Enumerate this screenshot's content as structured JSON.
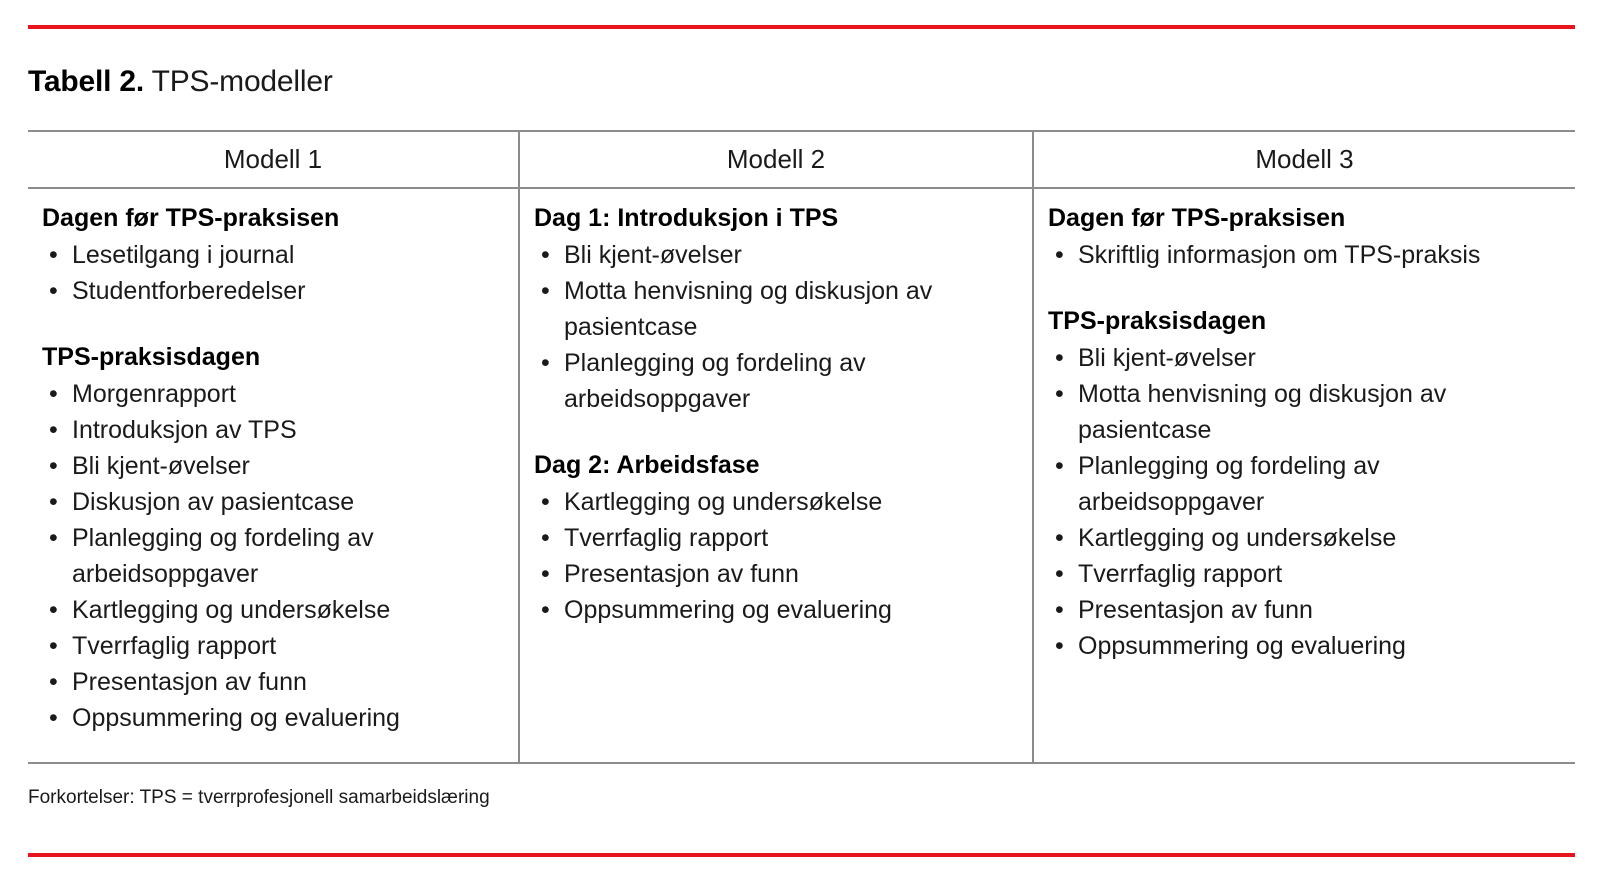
{
  "caption": {
    "label": "Tabell 2.",
    "text": "TPS-modeller"
  },
  "colors": {
    "rule_red": "#e8151f",
    "border_gray": "#8c8c8c",
    "text": "#1a1a1a"
  },
  "table": {
    "headers": [
      "Modell 1",
      "Modell 2",
      "Modell 3"
    ],
    "columns": [
      {
        "name": "Modell 1",
        "blocks": [
          {
            "heading": "Dagen før TPS-praksisen",
            "items": [
              "Lesetilgang i journal",
              "Studentforberedelser"
            ]
          },
          {
            "heading": "TPS-praksisdagen",
            "items": [
              "Morgenrapport",
              "Introduksjon av TPS",
              "Bli kjent-øvelser",
              "Diskusjon av pasientcase",
              "Planlegging og fordeling av arbeidsoppgaver",
              "Kartlegging og undersøkelse",
              "Tverrfaglig rapport",
              "Presentasjon av funn",
              "Oppsummering og evaluering"
            ]
          }
        ]
      },
      {
        "name": "Modell 2",
        "blocks": [
          {
            "heading": "Dag 1: Introduksjon i TPS",
            "items": [
              "Bli kjent-øvelser",
              "Motta henvisning og diskusjon av pasientcase",
              "Planlegging og fordeling av arbeidsoppgaver"
            ]
          },
          {
            "heading": "Dag 2: Arbeidsfase",
            "items": [
              "Kartlegging og undersøkelse",
              "Tverrfaglig rapport",
              "Presentasjon av funn",
              "Oppsummering og evaluering"
            ]
          }
        ]
      },
      {
        "name": "Modell 3",
        "blocks": [
          {
            "heading": "Dagen før TPS-praksisen",
            "items": [
              "Skriftlig informasjon om TPS-praksis"
            ]
          },
          {
            "heading": "TPS-praksisdagen",
            "items": [
              "Bli kjent-øvelser",
              "Motta henvisning og diskusjon av pasientcase",
              "Planlegging og fordeling av arbeidsoppgaver",
              "Kartlegging og undersøkelse",
              "Tverrfaglig rapport",
              "Presentasjon av funn",
              "Oppsummering og evaluering"
            ]
          }
        ]
      }
    ]
  },
  "footnote": "Forkortelser: TPS = tverrprofesjonell samarbeidslæring",
  "bullet_glyph": "•"
}
